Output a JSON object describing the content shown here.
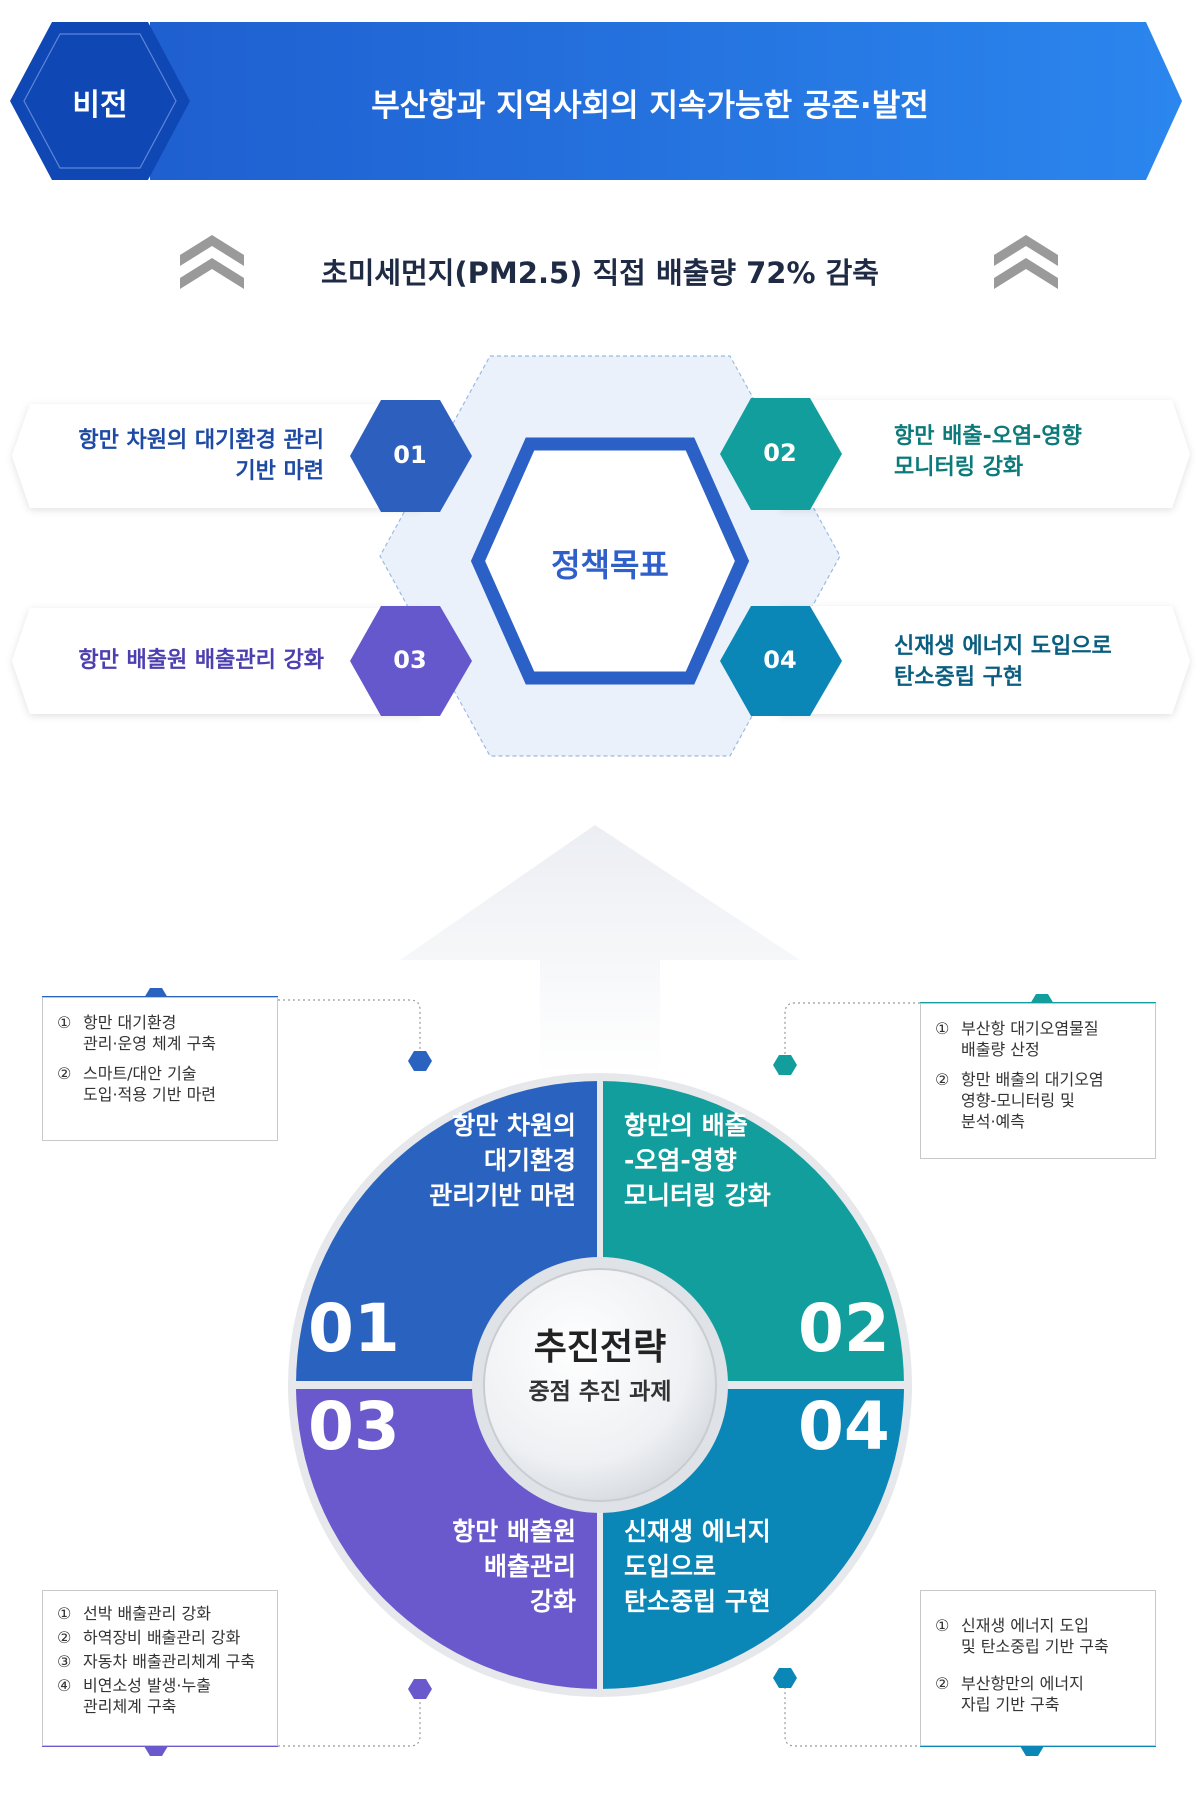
{
  "vision": {
    "label": "비전",
    "text": "부산항과 지역사회의 지속가능한 공존·발전"
  },
  "target": {
    "text": "초미세먼지(PM2.5) 직접 배출량 72% 감축"
  },
  "policy_goal": {
    "center_label": "정책목표",
    "items": [
      {
        "num": "01",
        "line1": "항만 차원의 대기환경 관리",
        "line2": "기반 마련",
        "color": "#2d5fbf"
      },
      {
        "num": "02",
        "line1": "항만 배출-오염-영향",
        "line2": "모니터링 강화",
        "color": "#139e9e"
      },
      {
        "num": "03",
        "line1": "항만 배출원 배출관리 강화",
        "line2": "",
        "color": "#6557cc"
      },
      {
        "num": "04",
        "line1": "신재생 에너지 도입으로",
        "line2": "탄소중립 구현",
        "color": "#0a86b7"
      }
    ]
  },
  "strategy": {
    "title": "추진전략",
    "subtitle": "중점 추진 과제",
    "quadrants": [
      {
        "num": "01",
        "lines": [
          "항만 차원의",
          "대기환경",
          "관리기반 마련"
        ],
        "color": "#2a63bf"
      },
      {
        "num": "02",
        "lines": [
          "항만의 배출",
          "-오염-영향",
          "모니터링 강화"
        ],
        "color": "#139e9e"
      },
      {
        "num": "03",
        "lines": [
          "항만 배출원",
          "배출관리",
          "강화"
        ],
        "color": "#6959cc"
      },
      {
        "num": "04",
        "lines": [
          "신재생 에너지",
          "도입으로",
          "탄소중립 구현"
        ],
        "color": "#0a86b7"
      }
    ]
  },
  "task_boxes": {
    "box1": [
      {
        "mark": "①",
        "lines": [
          "항만 대기환경",
          "관리·운영 체계 구축"
        ]
      },
      {
        "mark": "②",
        "lines": [
          "스마트/대안 기술",
          "도입·적용 기반 마련"
        ]
      }
    ],
    "box2": [
      {
        "mark": "①",
        "lines": [
          "부산항 대기오염물질",
          "배출량 산정"
        ]
      },
      {
        "mark": "②",
        "lines": [
          "항만 배출의 대기오염",
          "영향-모니터링 및",
          "분석·예측"
        ]
      }
    ],
    "box3": [
      {
        "mark": "①",
        "lines": [
          "선박 배출관리 강화"
        ]
      },
      {
        "mark": "②",
        "lines": [
          "하역장비 배출관리 강화"
        ]
      },
      {
        "mark": "③",
        "lines": [
          "자동차 배출관리체계 구축"
        ]
      },
      {
        "mark": "④",
        "lines": [
          "비연소성 발생·누출",
          "관리체계 구축"
        ]
      }
    ],
    "box4": [
      {
        "mark": "①",
        "lines": [
          "신재생 에너지 도입",
          "및 탄소중립 기반 구축"
        ]
      },
      {
        "mark": "②",
        "lines": [
          "부산항만의 에너지",
          "자립 기반 구축"
        ]
      }
    ]
  }
}
